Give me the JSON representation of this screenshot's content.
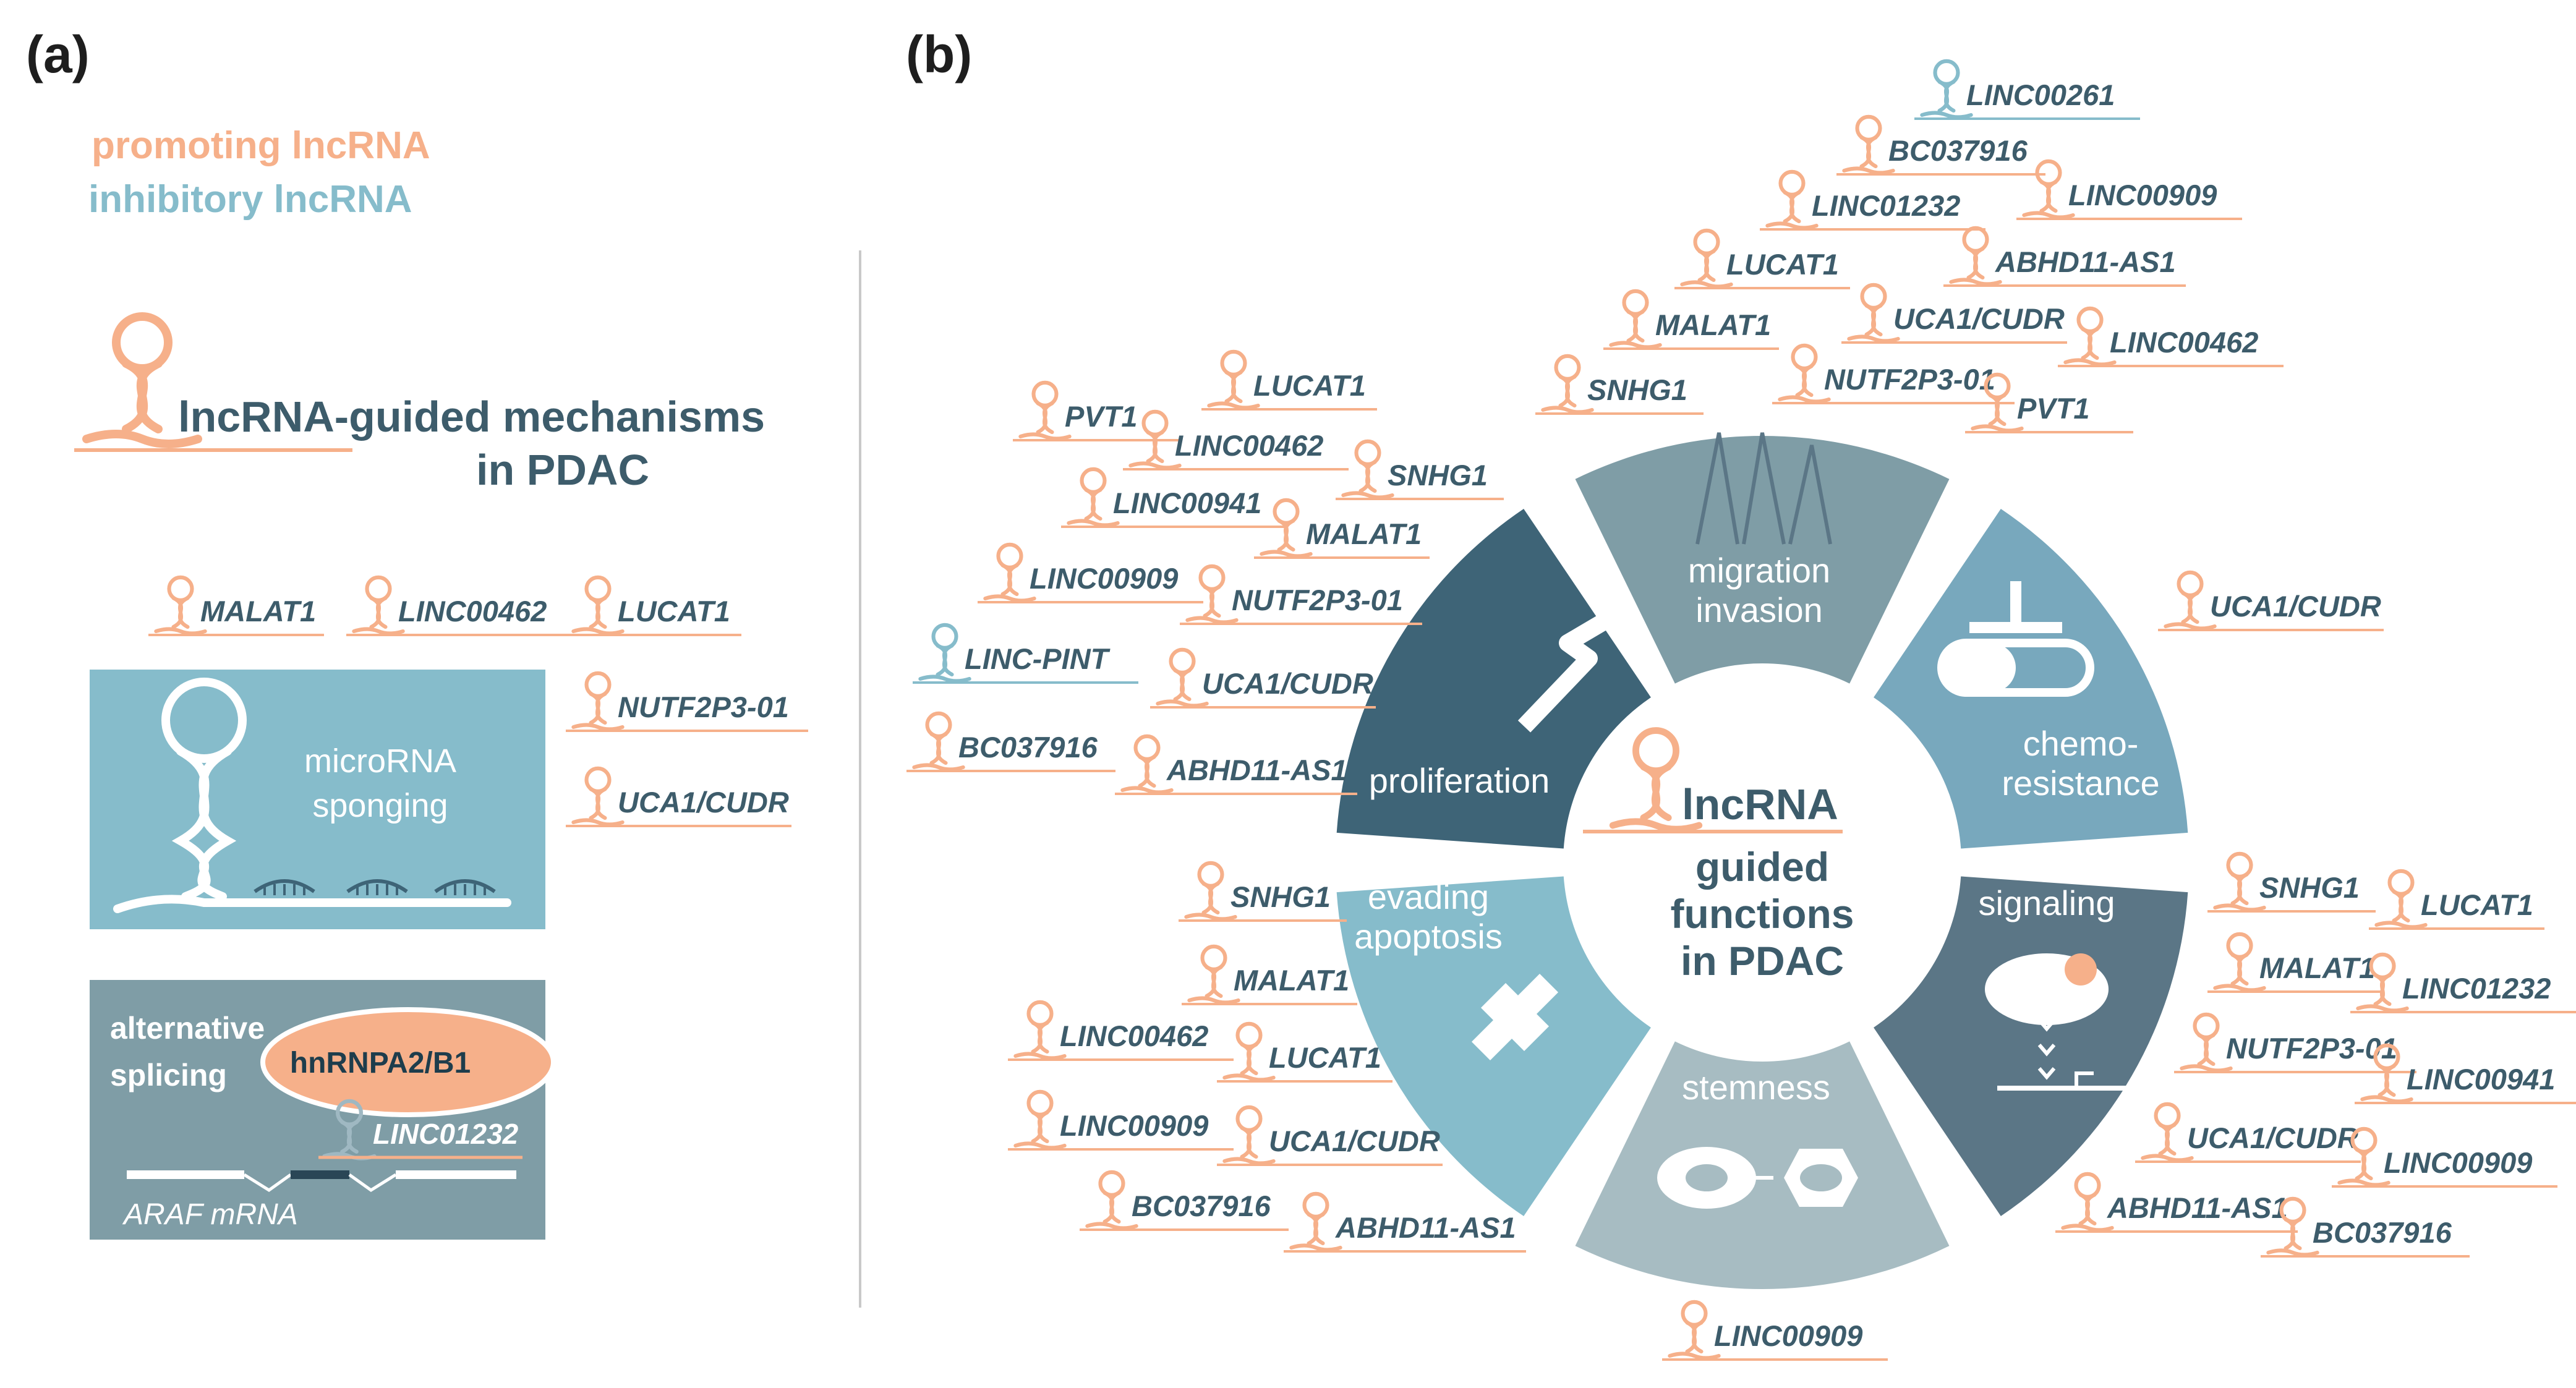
{
  "panels": {
    "a": "(a)",
    "b": "(b)"
  },
  "legend": {
    "promoting": "promoting lncRNA",
    "inhibitory": "inhibitory lncRNA",
    "promoting_color": "#f6b08a",
    "inhibitory_color": "#86bccb"
  },
  "panel_a": {
    "title_line1": "lncRNA-guided mechanisms",
    "title_line2": "in PDAC",
    "sponging": {
      "label": "microRNA sponging",
      "lncrnas_top": [
        "MALAT1",
        "LINC00462",
        "LUCAT1"
      ],
      "lncrnas_side": [
        "NUTF2P3-01",
        "UCA1/CUDR"
      ]
    },
    "splicing": {
      "label": "alternative splicing",
      "protein": "hnRNPA2/B1",
      "lncrna": "LINC01232",
      "mrna": "ARAF mRNA"
    }
  },
  "panel_b": {
    "center": {
      "title": "lncRNA",
      "subtitle": "guided functions in PDAC"
    },
    "segments": {
      "proliferation": "proliferation",
      "migration": "migration invasion",
      "chemo": "chemo- resistance",
      "signaling": "signaling",
      "stemness": "stemness",
      "apoptosis": "evading apoptosis"
    },
    "groups": {
      "migration": [
        "LINC00261",
        "BC037916",
        "LINC01232",
        "LINC00909",
        "LUCAT1",
        "ABHD11-AS1",
        "MALAT1",
        "UCA1/CUDR",
        "LINC00462",
        "SNHG1",
        "NUTF2P3-01",
        "PVT1"
      ],
      "proliferation": [
        "PVT1",
        "LUCAT1",
        "LINC00462",
        "SNHG1",
        "LINC00941",
        "MALAT1",
        "LINC00909",
        "NUTF2P3-01",
        "LINC-PINT",
        "UCA1/CUDR",
        "BC037916",
        "ABHD11-AS1"
      ],
      "chemo": [
        "UCA1/CUDR"
      ],
      "apoptosis": [
        "SNHG1",
        "MALAT1",
        "LINC00462",
        "LUCAT1",
        "LINC00909",
        "UCA1/CUDR",
        "BC037916",
        "ABHD11-AS1"
      ],
      "signaling": [
        "SNHG1",
        "LUCAT1",
        "MALAT1",
        "LINC01232",
        "NUTF2P3-01",
        "LINC00941",
        "UCA1/CUDR",
        "LINC00909",
        "ABHD11-AS1",
        "BC037916"
      ],
      "stemness": [
        "LINC00909"
      ]
    },
    "inhibitory": [
      "LINC00261",
      "LINC-PINT"
    ]
  },
  "colors": {
    "proliferation": "#3e6477",
    "migration": "#7f9da6",
    "chemo": "#78a8bd",
    "signaling": "#5b7686",
    "stemness": "#a7bcc2",
    "apoptosis": "#86bccb",
    "text_dark": "#3d5c6b",
    "sponging_box": "#86bccb",
    "splicing_box": "#7f9da6"
  }
}
